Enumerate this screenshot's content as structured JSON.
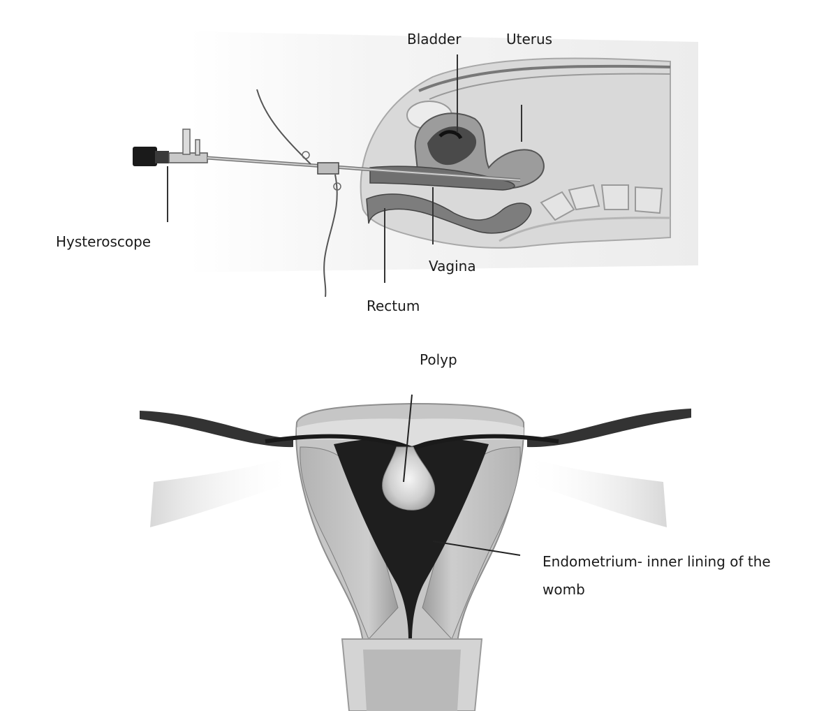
{
  "labels": {
    "bladder": "Bladder",
    "uterus": "Uterus",
    "hysteroscope": "Hysteroscope",
    "vagina": "Vagina",
    "rectum": "Rectum",
    "polyp": "Polyp",
    "endometrium": "Endometrium- inner lining of the womb"
  }
}
